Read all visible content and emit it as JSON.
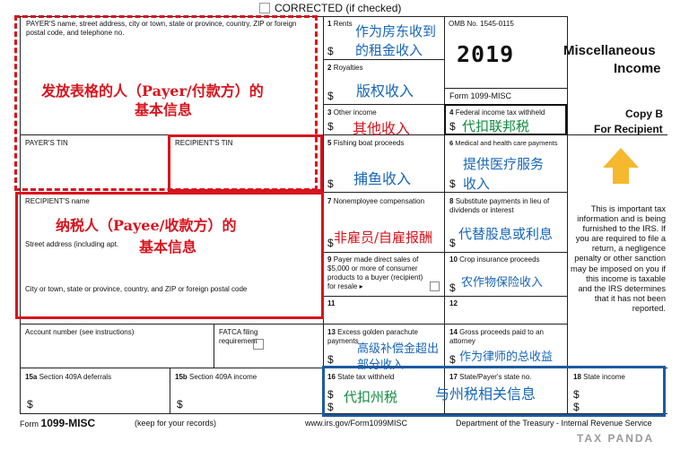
{
  "corrected": "CORRECTED (if checked)",
  "payer": {
    "header": "PAYER'S name, street address, city or town, state or province, country, ZIP or foreign postal code, and telephone no.",
    "note_line1": "发放表格的人（Payer/付款方）的",
    "note_line2": "基本信息"
  },
  "tin": {
    "payer": "PAYER'S TIN",
    "recipient": "RECIPIENT'S TIN"
  },
  "recipient": {
    "name": "RECIPIENT'S name",
    "street": "Street address (including apt.",
    "city": "City or town, state or province, country, and ZIP or foreign postal code",
    "note_line1": "纳税人（Payee/收款方）的",
    "note_line2": "基本信息"
  },
  "account": {
    "label": "Account number (see instructions)",
    "fatca": "FATCA filing requirement"
  },
  "box15a": "15a Section 409A deferrals",
  "box15b": "15b Section 409A income",
  "dollar": "$",
  "box1": {
    "num": "1",
    "label": "Rents",
    "note1": "作为房东收到",
    "note2": "的租金收入"
  },
  "box2": {
    "num": "2",
    "label": "Royalties",
    "note": "版权收入"
  },
  "box3": {
    "num": "3",
    "label": "Other income",
    "note": "其他收入"
  },
  "box4": {
    "num": "4",
    "label": "Federal income tax withheld",
    "note": "代扣联邦税"
  },
  "box5": {
    "num": "5",
    "label": "Fishing boat proceeds",
    "note": "捕鱼收入"
  },
  "box6": {
    "num": "6",
    "label": "Medical and health care payments",
    "note1": "提供医疗服务",
    "note2": "收入"
  },
  "box7": {
    "num": "7",
    "label": "Nonemployee compensation",
    "note": "非雇员/自雇报酬"
  },
  "box8": {
    "num": "8",
    "label": "Substitute payments in lieu of dividends or interest",
    "note": "代替股息或利息"
  },
  "box9": {
    "num": "9",
    "label": "Payer made direct sales of $5,000 or more of consumer products to a buyer (recipient) for resale ▸"
  },
  "box10": {
    "num": "10",
    "label": "Crop insurance proceeds",
    "note": "农作物保险收入"
  },
  "box11": {
    "num": "11"
  },
  "box12": {
    "num": "12"
  },
  "box13": {
    "num": "13",
    "label": "Excess golden parachute payments",
    "note1": "高级补偿金超出",
    "note2": "部分收入"
  },
  "box14": {
    "num": "14",
    "label": "Gross proceeds paid to an attorney",
    "note": "作为律师的总收益"
  },
  "box16": {
    "num": "16",
    "label": "State tax withheld",
    "note": "代扣州税"
  },
  "box17": {
    "num": "17",
    "label": "State/Payer's state no.",
    "note": "与州税相关信息"
  },
  "box18": {
    "num": "18",
    "label": "State income"
  },
  "omb": "OMB No. 1545-0115",
  "year": "2019",
  "form_id": "Form 1099-MISC",
  "title1": "Miscellaneous",
  "title2": "Income",
  "copy": "Copy B",
  "copy_for": "For Recipient",
  "important": "This is important tax information and is being furnished to the IRS. If you are required to file a return, a negligence penalty or other sanction may be imposed on you if this income is taxable and the IRS determines that it has not been reported.",
  "footer": {
    "form": "Form",
    "form_name": "1099-MISC",
    "keep": "(keep for your records)",
    "url": "www.irs.gov/Form1099MISC",
    "dept": "Department of the Treasury - Internal Revenue Service"
  },
  "watermark": "TAX PANDA",
  "colors": {
    "red": "#d8141d",
    "blue": "#1766b8",
    "navy": "#1c5aa0",
    "arrow": "#f5b82e"
  }
}
